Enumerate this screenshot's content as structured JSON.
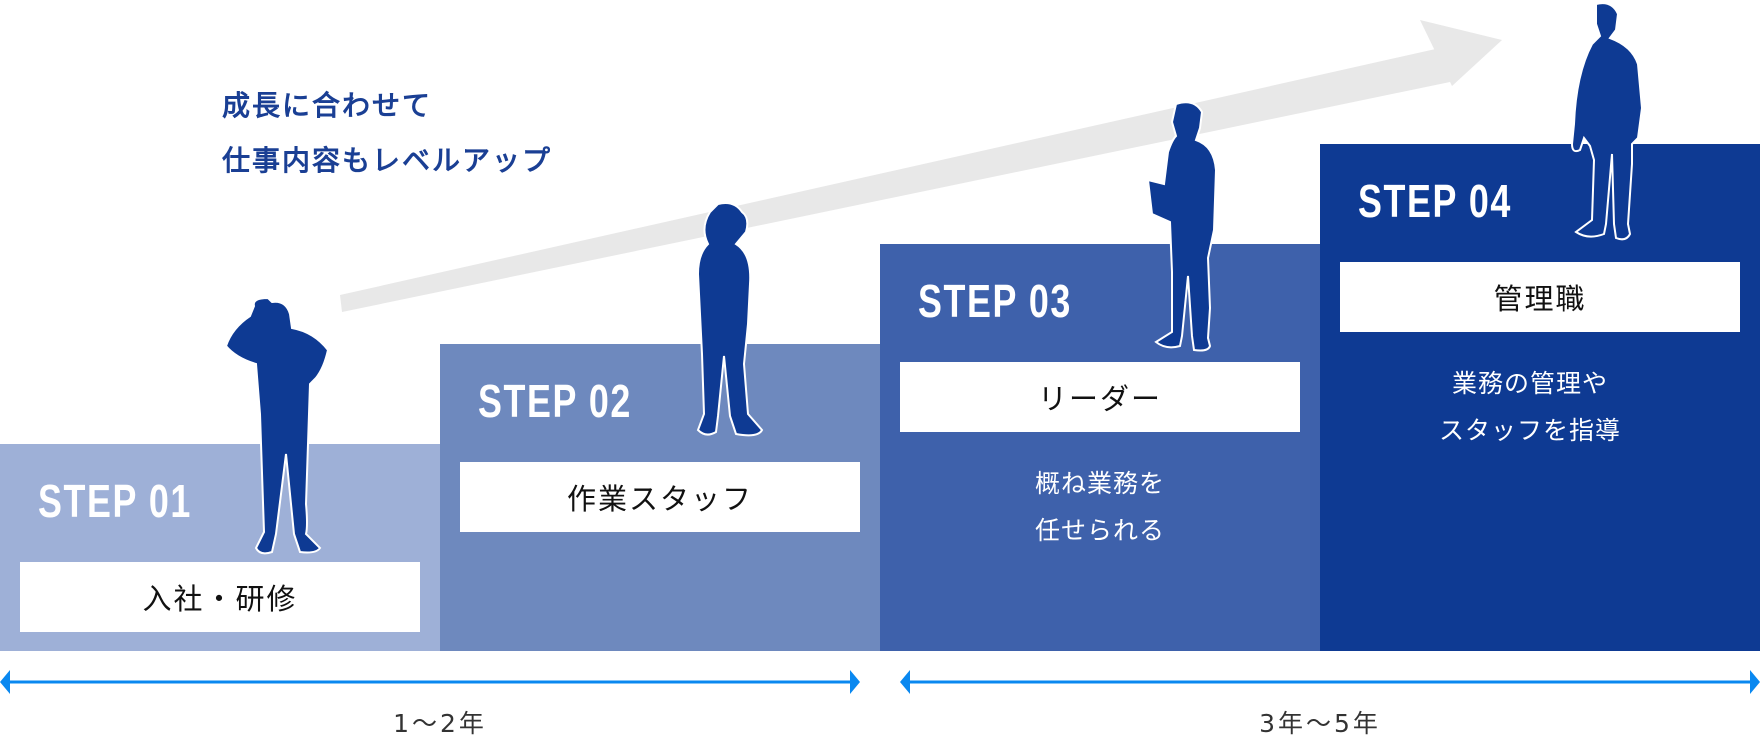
{
  "headline": {
    "line1": "成長に合わせて",
    "line2": "仕事内容もレベルアップ"
  },
  "colors": {
    "step1": "#9eb0d7",
    "step2": "#6e89be",
    "step3": "#3e61ab",
    "step4": "#0e3a93",
    "arrow_progress": "#e8e8e8",
    "timeline": "#0a88f0",
    "headline": "#1a3f94",
    "silhouette": "#0e3a93"
  },
  "steps": [
    {
      "number": "STEP 01",
      "title": "入社・研修",
      "description": []
    },
    {
      "number": "STEP 02",
      "title": "作業スタッフ",
      "description": []
    },
    {
      "number": "STEP 03",
      "title": "リーダー",
      "description": [
        "概ね業務を",
        "任せられる"
      ]
    },
    {
      "number": "STEP 04",
      "title": "管理職",
      "description": [
        "業務の管理や",
        "スタッフを指導"
      ]
    }
  ],
  "timeline": [
    {
      "label": "1～2年"
    },
    {
      "label": "3年～5年"
    }
  ],
  "icons": [
    "growth-arrow-icon",
    "worker-silhouette-icon",
    "double-arrow-icon"
  ]
}
